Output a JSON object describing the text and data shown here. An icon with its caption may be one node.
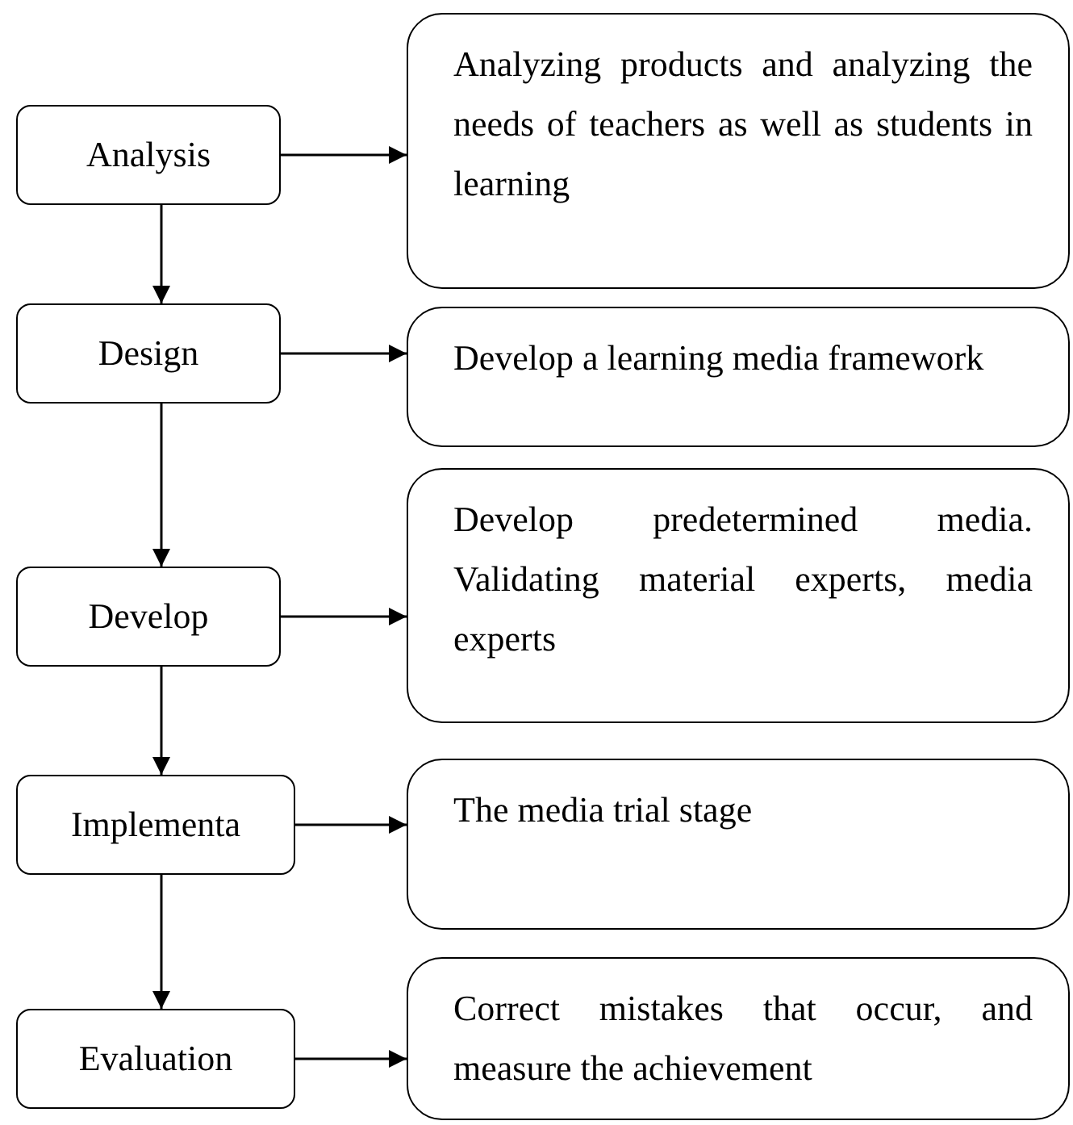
{
  "diagram": {
    "nodes": [
      {
        "text": [
          "Analysis"
        ]
      },
      {
        "text": [
          "Analyzing products and analyzing the needs of teachers as well as students in learning"
        ]
      },
      {
        "text": [
          "Design"
        ]
      },
      {
        "text": [
          "Develop a learning media framework"
        ]
      },
      {
        "text": [
          "Develop"
        ]
      },
      {
        "text": [
          "Develop predetermined media. Validating material experts, media experts"
        ]
      },
      {
        "text": [
          "Implementa"
        ]
      },
      {
        "text": [
          "The media trial stage"
        ]
      },
      {
        "text": [
          "Evaluation"
        ]
      },
      {
        "text": [
          "Correct mistakes that occur, and measure the achievement"
        ]
      }
    ],
    "edges": [
      {
        "from": 0,
        "to": 1,
        "arrow": "to"
      },
      {
        "from": 0,
        "to": 2,
        "arrow": "to"
      },
      {
        "from": 2,
        "to": 3,
        "arrow": "to"
      },
      {
        "from": 2,
        "to": 4,
        "arrow": "to"
      },
      {
        "from": 4,
        "to": 5,
        "arrow": "to"
      },
      {
        "from": 4,
        "to": 6,
        "arrow": "to"
      },
      {
        "from": 6,
        "to": 7,
        "arrow": "to"
      },
      {
        "from": 6,
        "to": 8,
        "arrow": "to"
      },
      {
        "from": 8,
        "to": 9,
        "arrow": "to"
      }
    ]
  }
}
